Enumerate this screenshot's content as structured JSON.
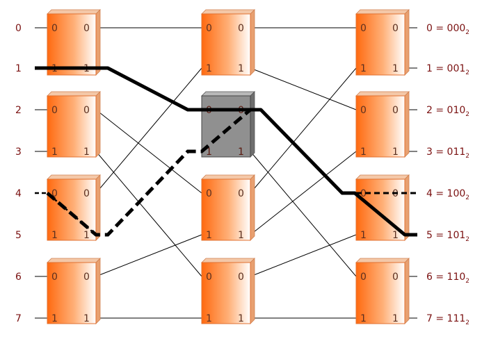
{
  "input_labels": [
    "0",
    "1",
    "2",
    "3",
    "4",
    "5",
    "6",
    "7"
  ],
  "output_labels": [
    {
      "text": "0 = 000",
      "sub": "2"
    },
    {
      "text": "1 = 001",
      "sub": "2"
    },
    {
      "text": "2 = 010",
      "sub": "2"
    },
    {
      "text": "3 = 011",
      "sub": "2"
    },
    {
      "text": "4 = 100",
      "sub": "2"
    },
    {
      "text": "5 = 101",
      "sub": "2"
    },
    {
      "text": "6 = 110",
      "sub": "2"
    },
    {
      "text": "7 = 111",
      "sub": "2"
    }
  ],
  "switch": {
    "port_top": "0",
    "port_bottom": "1",
    "color_face_start": "#ff6a10",
    "color_face_end": "#ffffff",
    "color_side": "#e8a070",
    "color_blocked": "#909090",
    "blocked_stage": 1,
    "blocked_index": 1
  },
  "stages": 3,
  "switches_per_stage": 4
}
